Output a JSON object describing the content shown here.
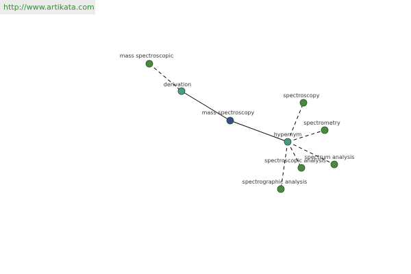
{
  "site": {
    "url": "http://www.artikata.com"
  },
  "colors": {
    "node_leaf": "#4a8a3c",
    "node_relation": "#4a9a8a",
    "node_center": "#3a4a8a",
    "edge": "#000000"
  },
  "graph": {
    "nodes": [
      {
        "id": "mass-spectroscopic",
        "label": "mass spectroscopic",
        "kind": "leaf"
      },
      {
        "id": "derivation",
        "label": "derivation",
        "kind": "relation"
      },
      {
        "id": "mass-spectroscopy",
        "label": "mass spectroscopy",
        "kind": "center"
      },
      {
        "id": "hypernym",
        "label": "hypernym",
        "kind": "relation"
      },
      {
        "id": "spectroscopy",
        "label": "spectroscopy",
        "kind": "leaf"
      },
      {
        "id": "spectrometry",
        "label": "spectrometry",
        "kind": "leaf"
      },
      {
        "id": "spectrum-analysis",
        "label": "spectrum analysis",
        "kind": "leaf"
      },
      {
        "id": "spectroscopic-analysis",
        "label": "spectroscopic analysis",
        "kind": "leaf"
      },
      {
        "id": "spectrographic-analysis",
        "label": "spectrographic analysis",
        "kind": "leaf"
      }
    ],
    "edges": [
      {
        "from": "mass-spectroscopic",
        "to": "derivation",
        "style": "dashed"
      },
      {
        "from": "derivation",
        "to": "mass-spectroscopy",
        "style": "solid"
      },
      {
        "from": "mass-spectroscopy",
        "to": "hypernym",
        "style": "solid"
      },
      {
        "from": "hypernym",
        "to": "spectroscopy",
        "style": "dashed"
      },
      {
        "from": "hypernym",
        "to": "spectrometry",
        "style": "dashed"
      },
      {
        "from": "hypernym",
        "to": "spectrum-analysis",
        "style": "dashed"
      },
      {
        "from": "hypernym",
        "to": "spectroscopic-analysis",
        "style": "dashed"
      },
      {
        "from": "hypernym",
        "to": "spectrographic-analysis",
        "style": "dashed"
      }
    ]
  }
}
